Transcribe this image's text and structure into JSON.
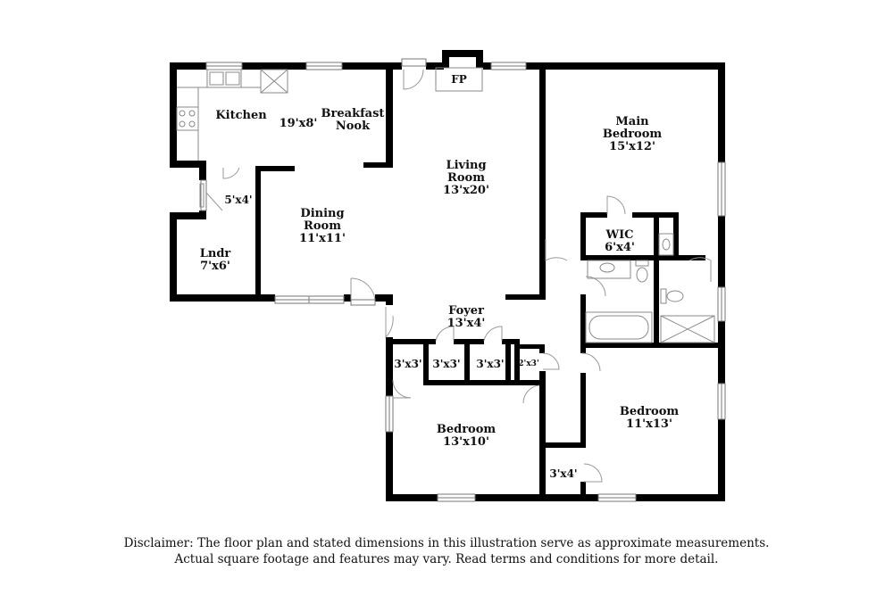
{
  "rooms": {
    "kitchen": "Kitchen",
    "kitchen_dim": "19'x8'",
    "breakfast": "Breakfast",
    "nook": "Nook",
    "living": "Living",
    "living_room": "Room",
    "living_dim": "13'x20'",
    "fp": "FP",
    "main": "Main",
    "main_bedroom": "Bedroom",
    "main_dim": "15'x12'",
    "hall_dim": "5'x4'",
    "dining": "Dining",
    "dining_room": "Room",
    "dining_dim": "11'x11'",
    "wic": "WIC",
    "wic_dim": "6'x4'",
    "lndr": "Lndr",
    "lndr_dim": "7'x6'",
    "foyer": "Foyer",
    "foyer_dim": "13'x4'",
    "closet1_dim": "3'x3'",
    "closet2_dim": "3'x3'",
    "closet3_dim": "3'x3'",
    "closet4_dim": "2'x3'",
    "bedroom2": "Bedroom",
    "bedroom2_dim": "13'x10'",
    "bedroom3": "Bedroom",
    "bedroom3_dim": "11'x13'",
    "closet5_dim": "3'x4'"
  },
  "disclaimer": {
    "line1": "Disclaimer: The floor plan and stated dimensions in this illustration serve as approximate measurements.",
    "line2": "Actual square footage and features may vary. Read terms and conditions for more detail."
  }
}
